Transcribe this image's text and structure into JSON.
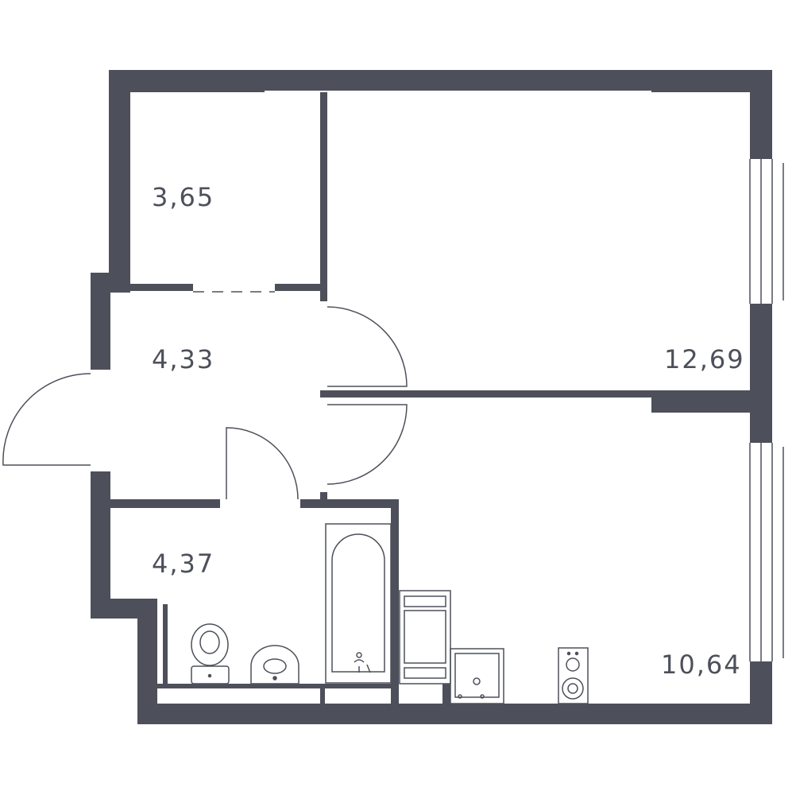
{
  "colors": {
    "wall": "#4d505a",
    "line": "#4d505a",
    "background": "#ffffff"
  },
  "rooms": [
    {
      "id": "storage",
      "area": "3,65"
    },
    {
      "id": "hallway",
      "area": "4,33"
    },
    {
      "id": "bathroom",
      "area": "4,37"
    },
    {
      "id": "bedroom",
      "area": "12,69"
    },
    {
      "id": "kitchen",
      "area": "10,64"
    }
  ],
  "fixtures": [
    "toilet-icon",
    "sink-icon",
    "bathtub-icon",
    "fridge-icon",
    "stove-icon",
    "washing-machine-icon"
  ]
}
